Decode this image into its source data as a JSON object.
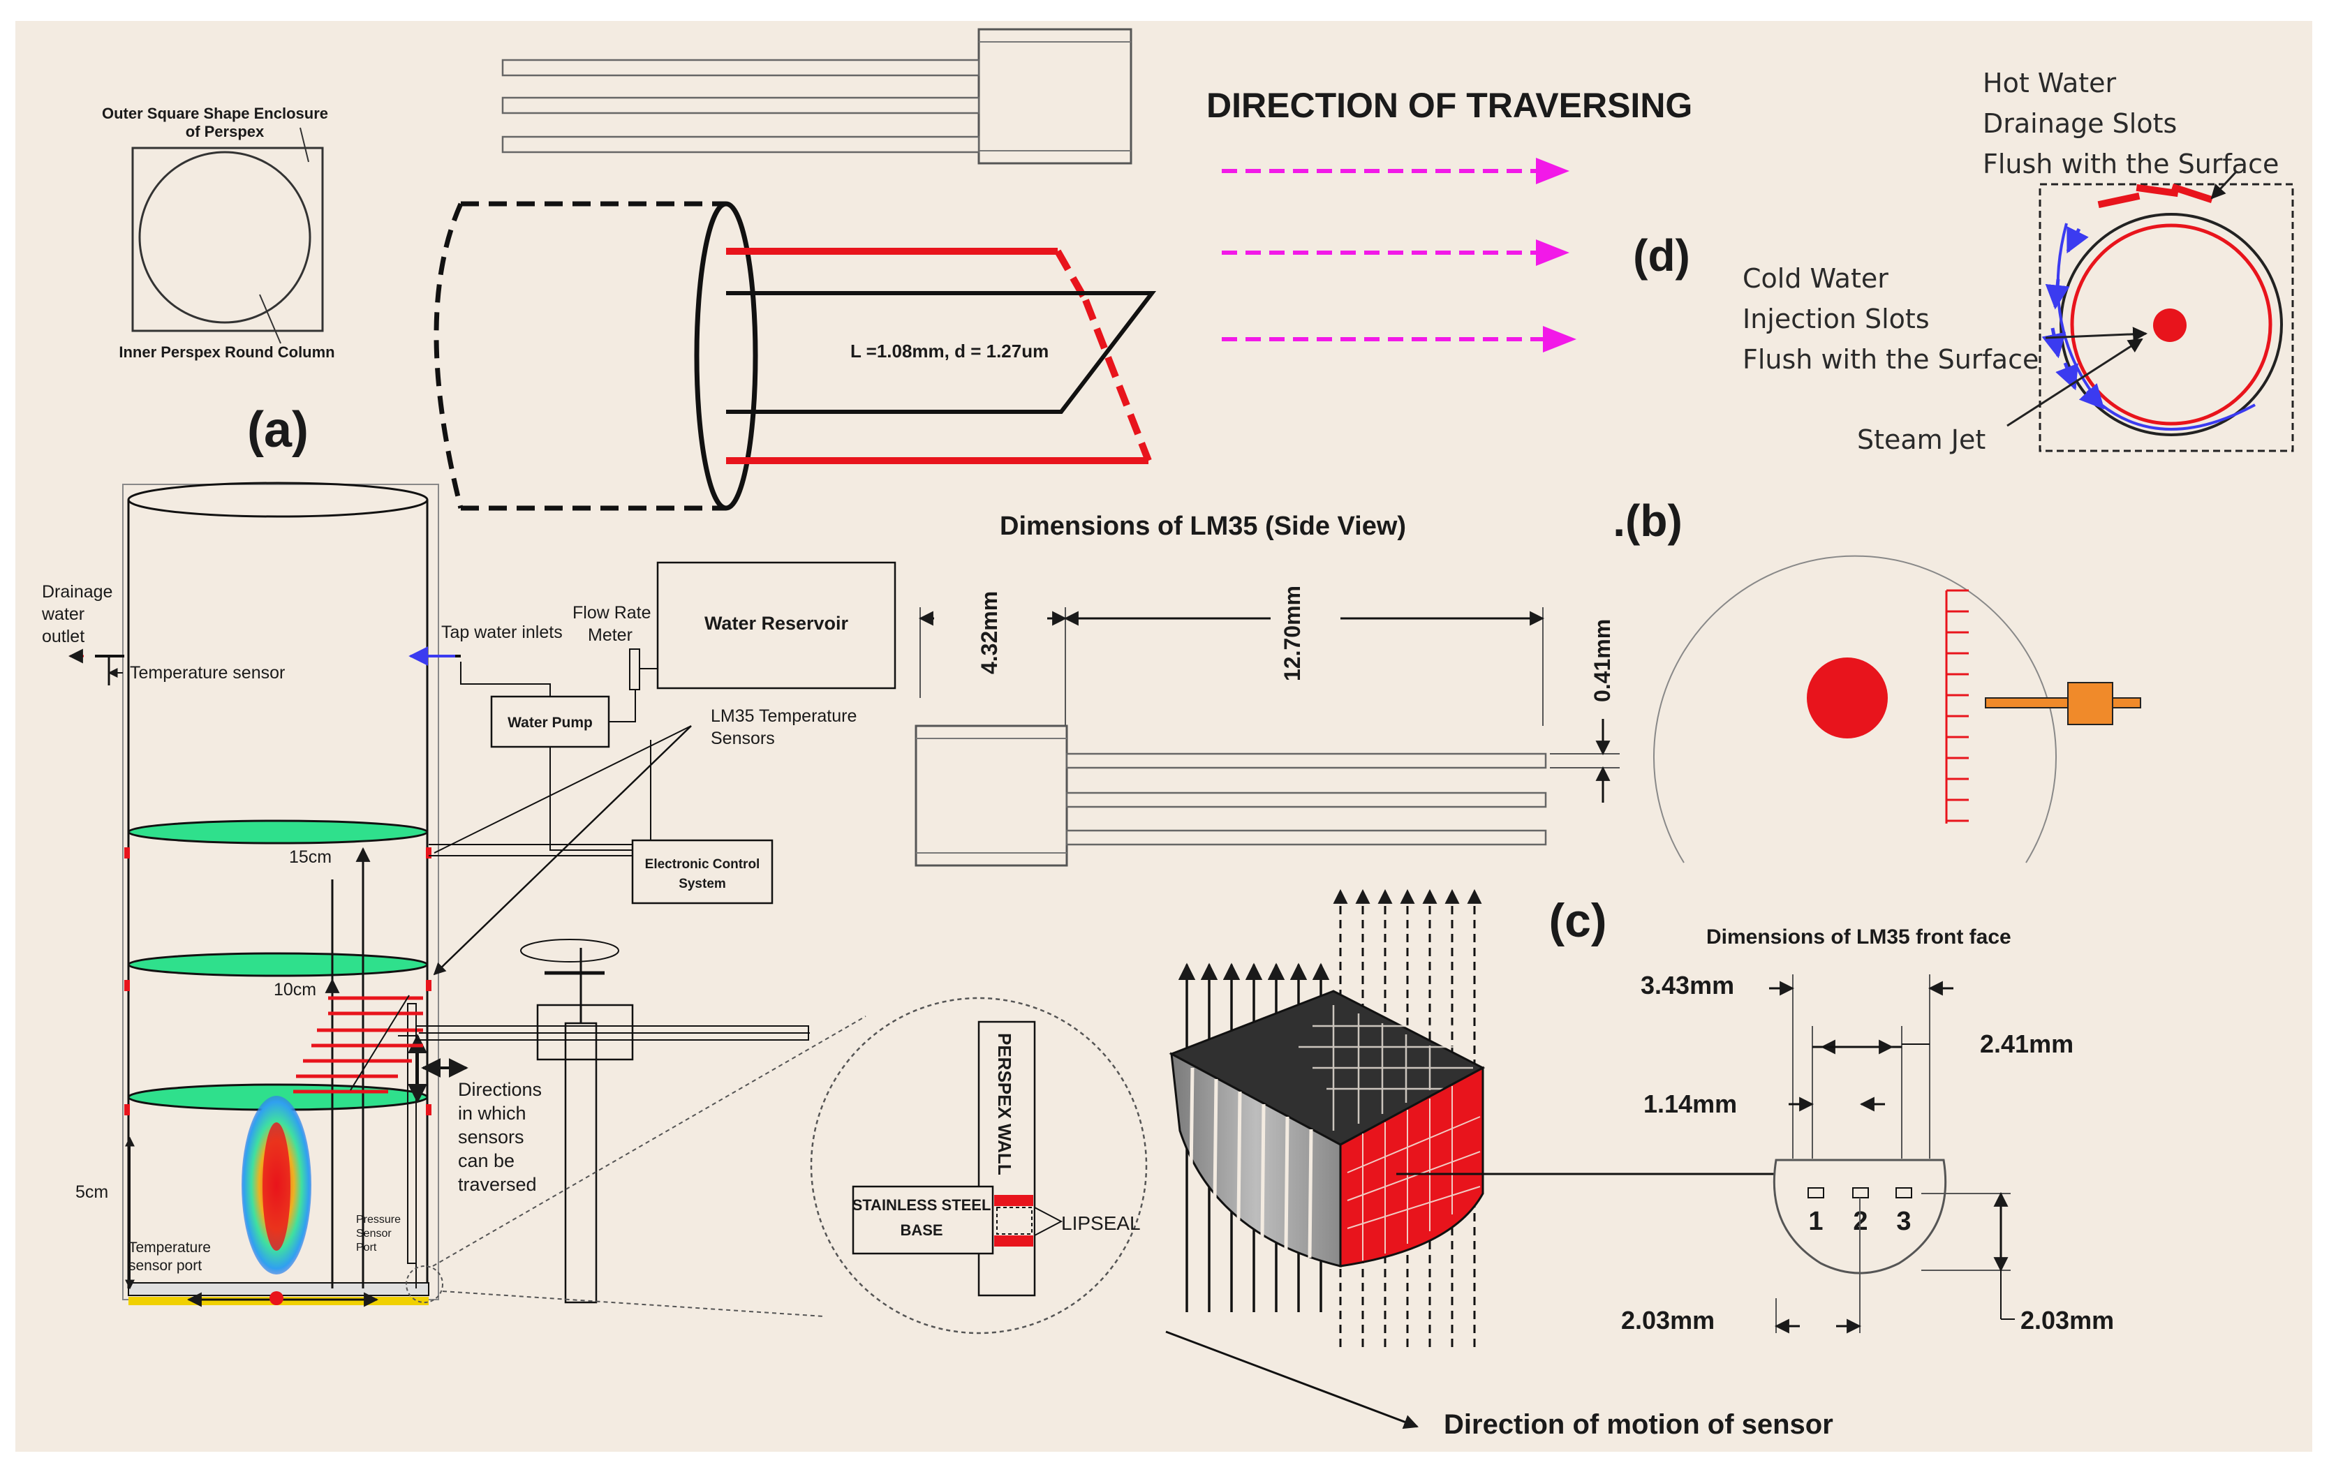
{
  "panel_labels": {
    "a": "(a)",
    "b": ".(b)",
    "c": "(c)",
    "d": "(d)"
  },
  "panel_a": {
    "outer_enclosure_label_1": "Outer Square Shape Enclosure",
    "outer_enclosure_label_2": "of Perspex",
    "inner_column_label": "Inner Perspex Round Column",
    "lm35_scale_label": "L =1.08mm, d = 1.27um"
  },
  "rig": {
    "drainage_1": "Drainage",
    "drainage_2": "water",
    "drainage_3": "outlet",
    "temperature_sensor": "Temperature sensor",
    "tap_water_inlets": "Tap water inlets",
    "flow_rate_1": "Flow Rate",
    "flow_rate_2": "Meter",
    "water_reservoir": "Water Reservoir",
    "water_pump": "Water Pump",
    "lm35_sensors_1": "LM35 Temperature",
    "lm35_sensors_2": "Sensors",
    "electronic_control_1": "Electronic Control",
    "electronic_control_2": "System",
    "h15": "15cm",
    "h10": "10cm",
    "h5": "5cm",
    "directions_1": "Directions",
    "directions_2": "in which",
    "directions_3": "sensors",
    "directions_4": "can be",
    "directions_5": "traversed",
    "temp_port_1": "Temperature",
    "temp_port_2": "sensor port",
    "pressure_port_1": "Pressure",
    "pressure_port_2": "Sensor",
    "pressure_port_3": "Port"
  },
  "seal": {
    "perspex_wall": "PERSPEX WALL",
    "base_1": "STAINLESS STEEL",
    "base_2": "BASE",
    "lipseal": "LIPSEAL"
  },
  "traversing": {
    "title": "DIRECTION OF TRAVERSING"
  },
  "panel_d": {
    "hot_1": "Hot Water",
    "hot_2": "Drainage Slots",
    "hot_3": "Flush with the Surface",
    "cold_1": "Cold Water",
    "cold_2": "Injection Slots",
    "cold_3": "Flush with the Surface",
    "steam_jet": "Steam Jet"
  },
  "side_view": {
    "title": "Dimensions of LM35 (Side View)",
    "dim_432": "4.32mm",
    "dim_1270": "12.70mm",
    "dim_041": "0.41mm"
  },
  "front_face": {
    "title": "Dimensions of LM35 front face",
    "dim_343": "3.43mm",
    "dim_241": "2.41mm",
    "dim_114": "1.14mm",
    "dim_203_left": "2.03mm",
    "dim_203_right": "2.03mm",
    "pin_1": "1",
    "pin_2": "2",
    "pin_3": "3"
  },
  "motion": {
    "label": "Direction of motion of sensor"
  },
  "colors": {
    "background": "#f3ebe1",
    "red": "#e8141c",
    "green": "#2fe08c",
    "magenta": "#f219e8",
    "blue": "#3b3bf0",
    "orange": "#f08a2a"
  }
}
